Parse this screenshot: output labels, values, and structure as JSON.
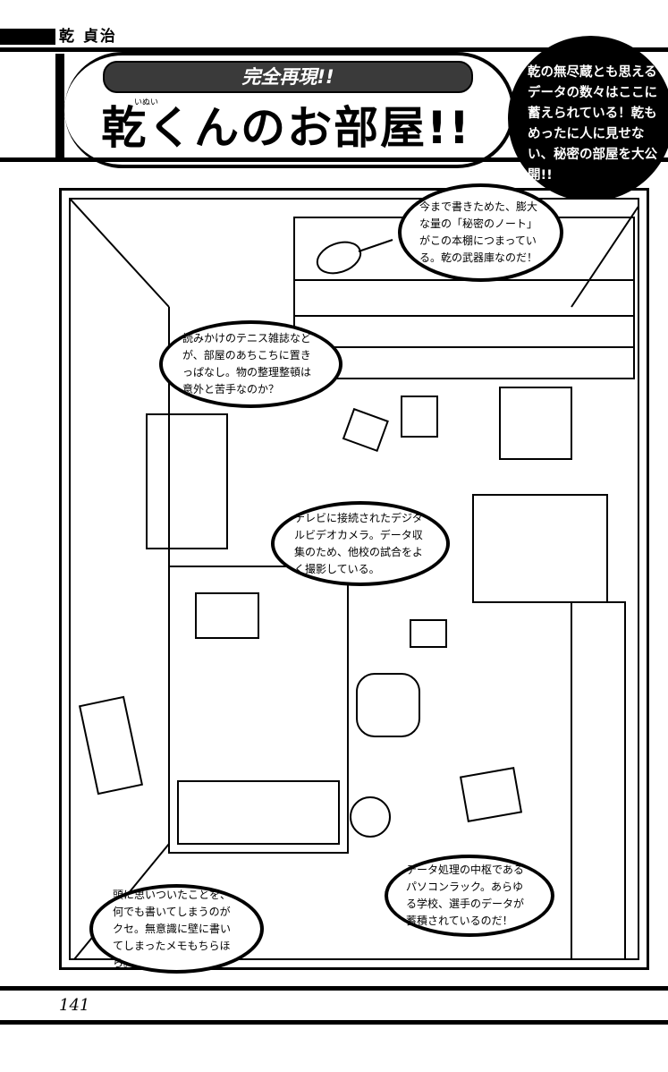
{
  "header": {
    "name": "乾 貞治"
  },
  "title": {
    "pill": "完全再現!!",
    "ruby": "いぬい",
    "main": "乾くんのお部屋!!"
  },
  "intro": "乾の無尽蔵とも思えるデータの数々はここに蓄えられている！乾もめったに人に見せない、秘密の部屋を大公開!!",
  "bubbles": {
    "bookshelf": "今まで書きためた、膨大な量の「秘密のノート」がこの本棚につまっている。乾の武器庫なのだ！",
    "magazines": "読みかけのテニス雑誌などが、部屋のあちこちに置きっぱなし。物の整理整頓は意外と苦手なのか？",
    "camera": "テレビに接続されたデジタルビデオカメラ。データ収集のため、他校の試合をよく撮影している。",
    "computer": "データ処理の中枢であるパソコンラック。あらゆる学校、選手のデータが蓄積されているのだ！",
    "memo": "頭に思いついたことを、何でも書いてしまうのがクセ。無意識に壁に書いてしまったメモもちらほら。"
  },
  "page_number": "141"
}
